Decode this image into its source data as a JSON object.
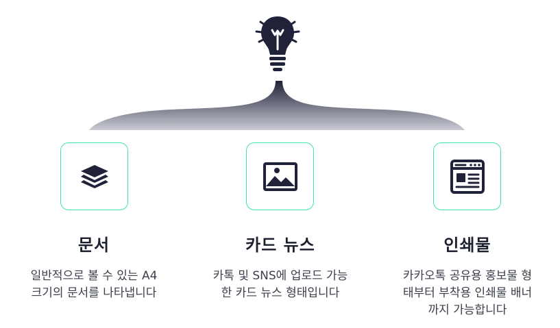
{
  "accent_color": "#3fe0b0",
  "icon_color": "#1f2238",
  "header_icon": "lightbulb-icon",
  "items": [
    {
      "icon": "layers-icon",
      "title": "문서",
      "description": "일반적으로 볼 수 있는 A4\n크기의 문서를 나타냅니다"
    },
    {
      "icon": "image-icon",
      "title": "카드 뉴스",
      "description": "카톡 및 SNS에 업로드 가능\n한 카드 뉴스 형태입니다"
    },
    {
      "icon": "browser-window-icon",
      "title": "인쇄물",
      "description": "카카오톡 공유용 홍보물 형\n태부터 부착용 인쇄물 배너\n까지 가능합니다"
    }
  ]
}
